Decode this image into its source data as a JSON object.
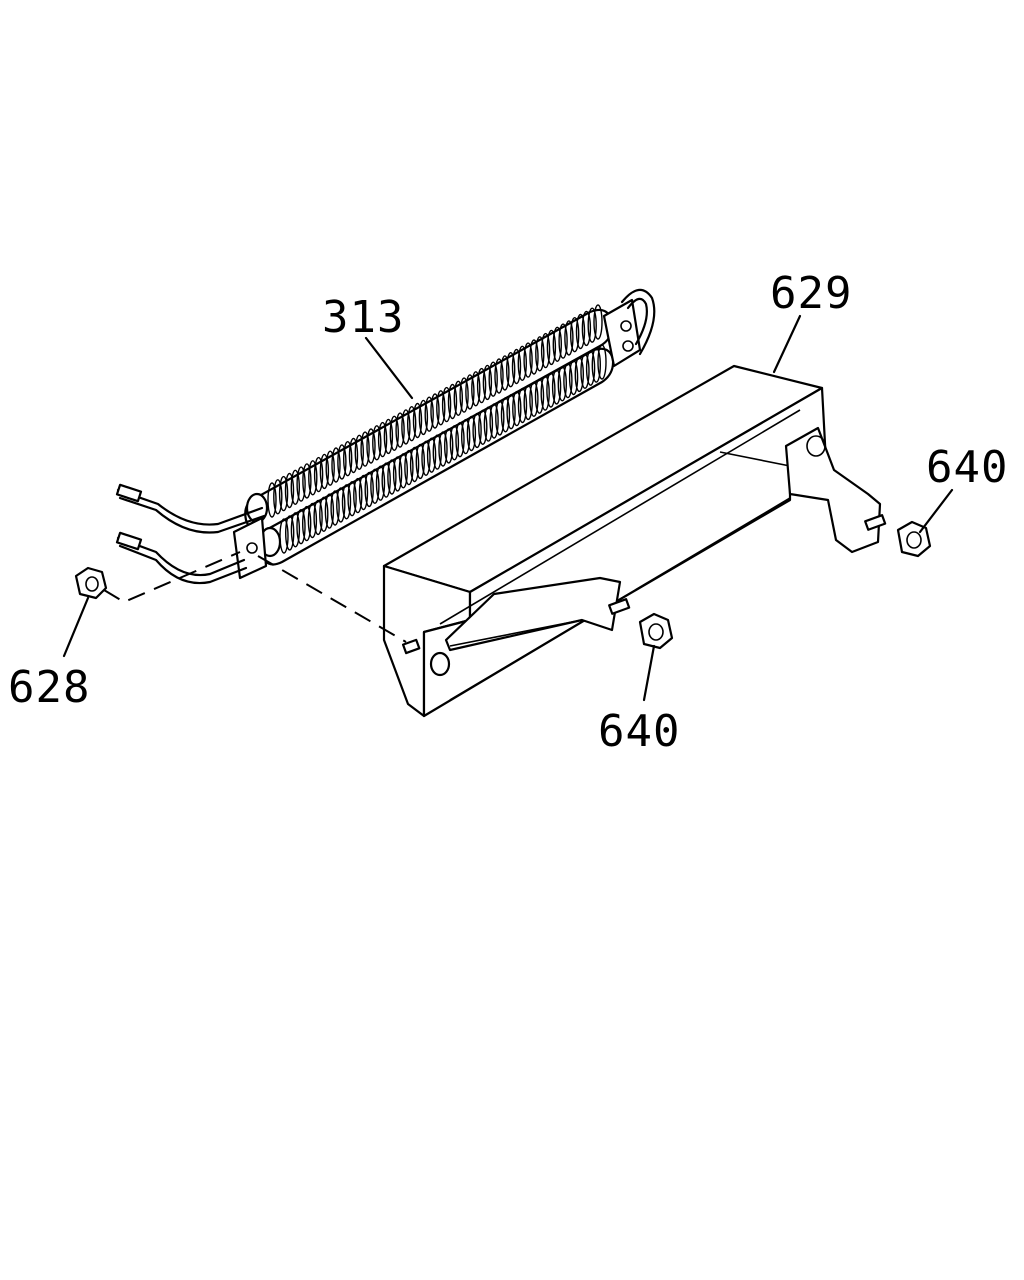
{
  "callouts": {
    "coil": "313",
    "bracket": "629",
    "nut_left": "628",
    "nut_right_upper": "640",
    "nut_right_lower": "640"
  }
}
